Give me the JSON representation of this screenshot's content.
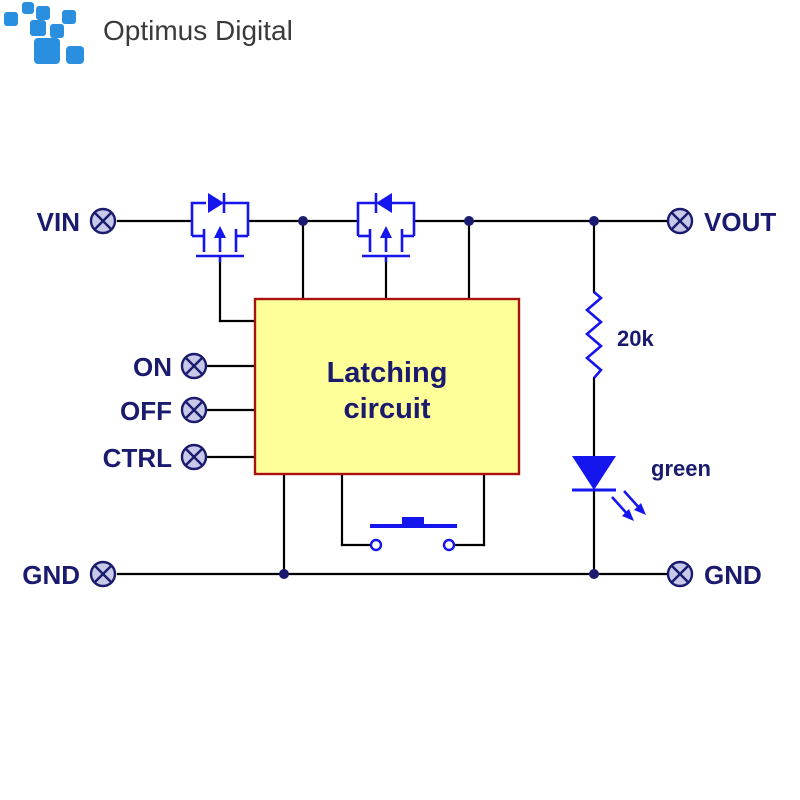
{
  "brand": {
    "name": "Optimus Digital",
    "logo_color": "#2b8fe0"
  },
  "diagram": {
    "block_label_line1": "Latching",
    "block_label_line2": "circuit",
    "block_fill": "#ffff99",
    "block_border": "#aa1111",
    "terminals": {
      "vin": "VIN",
      "on": "ON",
      "off": "OFF",
      "ctrl": "CTRL",
      "gnd_left": "GND",
      "vout": "VOUT",
      "gnd_right": "GND"
    },
    "resistor_value": "20k",
    "led_color_label": "green",
    "component_color": "#1515ee",
    "label_color": "#1a1a6e"
  }
}
